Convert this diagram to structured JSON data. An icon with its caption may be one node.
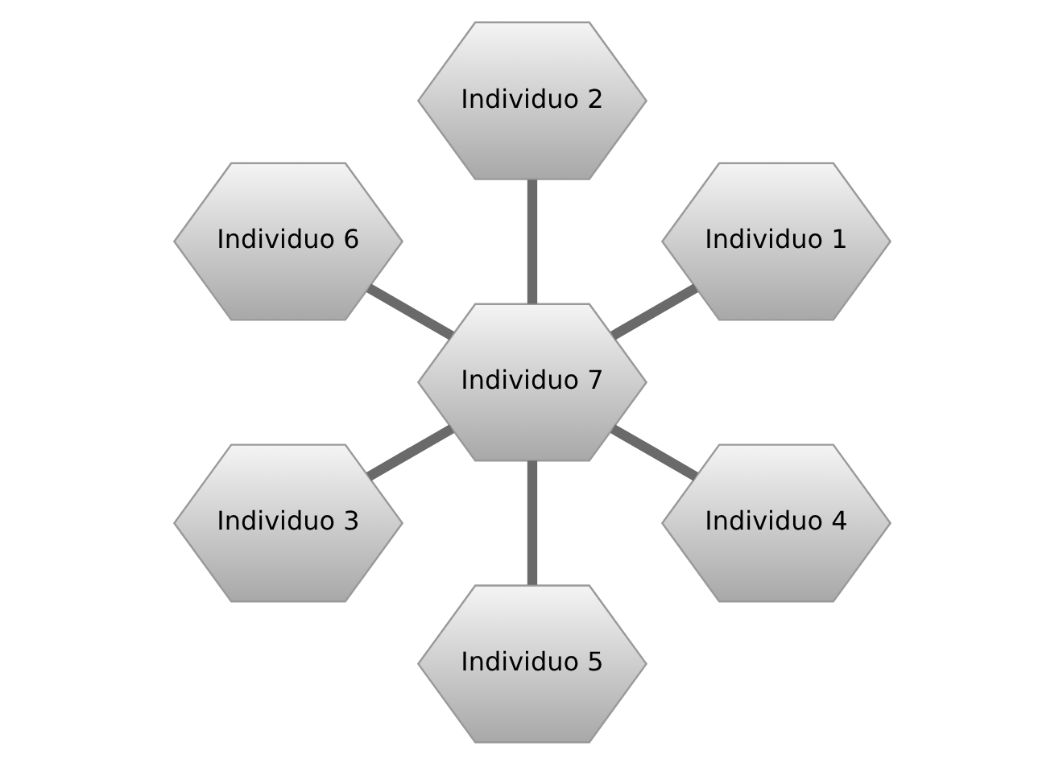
{
  "diagram": {
    "nodes": [
      {
        "text": [
          "Individuo 1"
        ]
      },
      {
        "text": [
          "Individuo 2"
        ]
      },
      {
        "text": [
          "Individuo 6"
        ]
      },
      {
        "text": [
          "Individuo 7"
        ]
      },
      {
        "text": [
          "Individuo 3"
        ]
      },
      {
        "text": [
          "Individuo 5"
        ]
      },
      {
        "text": [
          "Individuo 4"
        ]
      }
    ],
    "edges": [
      {
        "from": 3,
        "to": 0,
        "arrow": "none"
      },
      {
        "from": 3,
        "to": 1,
        "arrow": "none"
      },
      {
        "from": 3,
        "to": 2,
        "arrow": "none"
      },
      {
        "from": 3,
        "to": 4,
        "arrow": "none"
      },
      {
        "from": 3,
        "to": 5,
        "arrow": "none"
      },
      {
        "from": 3,
        "to": 6,
        "arrow": "none"
      }
    ]
  }
}
